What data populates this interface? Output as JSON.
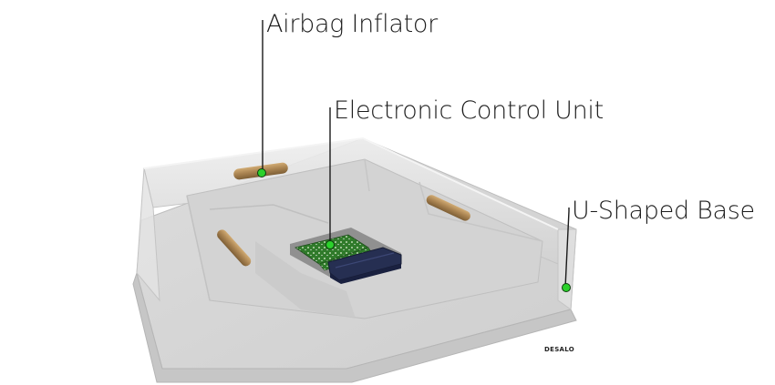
{
  "labels": {
    "airbag_inflator": "Airbag Inflator",
    "ecu": "Electronic Control Unit",
    "base": "U-Shaped Base"
  },
  "logo_text": "DESALO",
  "colors": {
    "marker": "#2bd12b",
    "leader_line": "#1a1a1a",
    "inflator": "#b08a55",
    "ecu_board": "#2f7a2a",
    "ecu_frame": "#262f52",
    "housing": "#d9d9d9"
  }
}
